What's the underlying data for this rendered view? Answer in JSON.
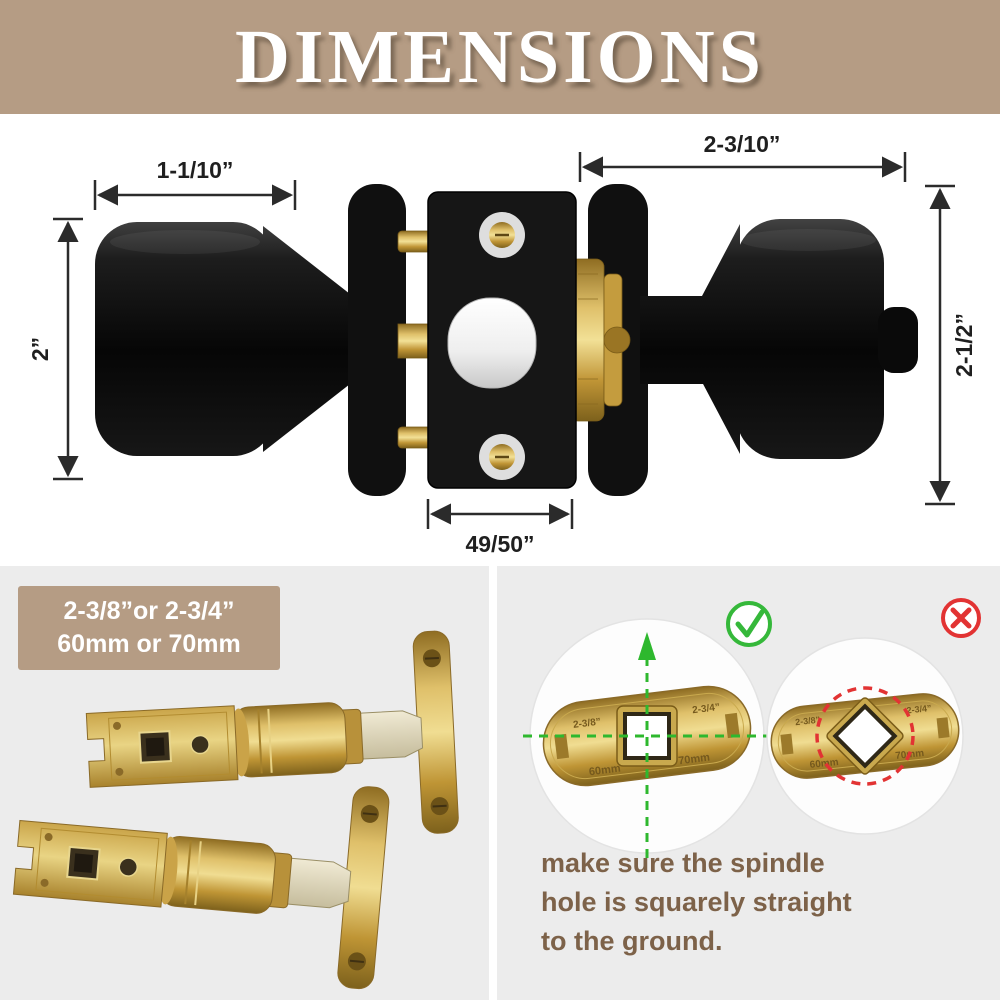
{
  "banner": {
    "title": "DIMENSIONS"
  },
  "knob_diagram": {
    "dim_left_knob_width": "1-1/10”",
    "dim_right_knob_width": "2-3/10”",
    "dim_left_knob_height": "2”",
    "dim_right_knob_height": "2-1/2”",
    "dim_latch_plate_width": "49/50”"
  },
  "latch_panel": {
    "size_label_line1": "2-3/8”or  2-3/4”",
    "size_label_line2": "60mm or 70mm"
  },
  "alignment_panel": {
    "plate_marking_left": "2-3/8”",
    "plate_marking_right": "2-3/4”",
    "plate_marking_60": "60mm",
    "plate_marking_70": "70mm",
    "caption_line1": "make sure the spindle",
    "caption_line2": "hole is squarely straight",
    "caption_line3": "to the ground."
  }
}
